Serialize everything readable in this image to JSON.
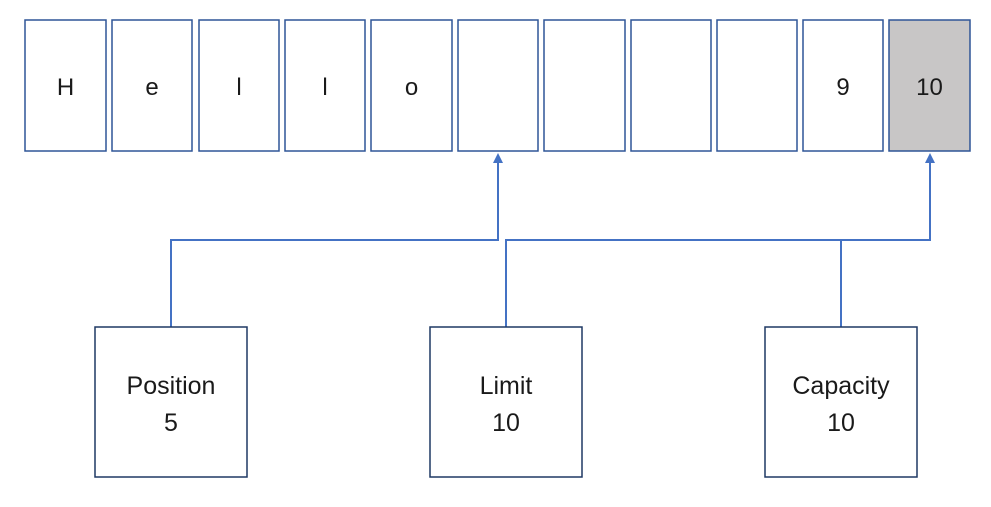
{
  "buffer": {
    "cells": [
      {
        "text": "H",
        "filled": false
      },
      {
        "text": "e",
        "filled": false
      },
      {
        "text": "l",
        "filled": false
      },
      {
        "text": "l",
        "filled": false
      },
      {
        "text": "o",
        "filled": false
      },
      {
        "text": "",
        "filled": false
      },
      {
        "text": "",
        "filled": false
      },
      {
        "text": "",
        "filled": false
      },
      {
        "text": "",
        "filled": false
      },
      {
        "text": "9",
        "filled": false
      },
      {
        "text": "10",
        "filled": true
      }
    ]
  },
  "pointers": {
    "position": {
      "label": "Position",
      "value": "5"
    },
    "limit": {
      "label": "Limit",
      "value": "10"
    },
    "capacity": {
      "label": "Capacity",
      "value": "10"
    }
  },
  "colors": {
    "line": "#4472c4",
    "cell_border": "#2f5597",
    "box_border": "#1f3864",
    "filled_cell": "#c8c6c6",
    "text": "#1a1a1a"
  }
}
